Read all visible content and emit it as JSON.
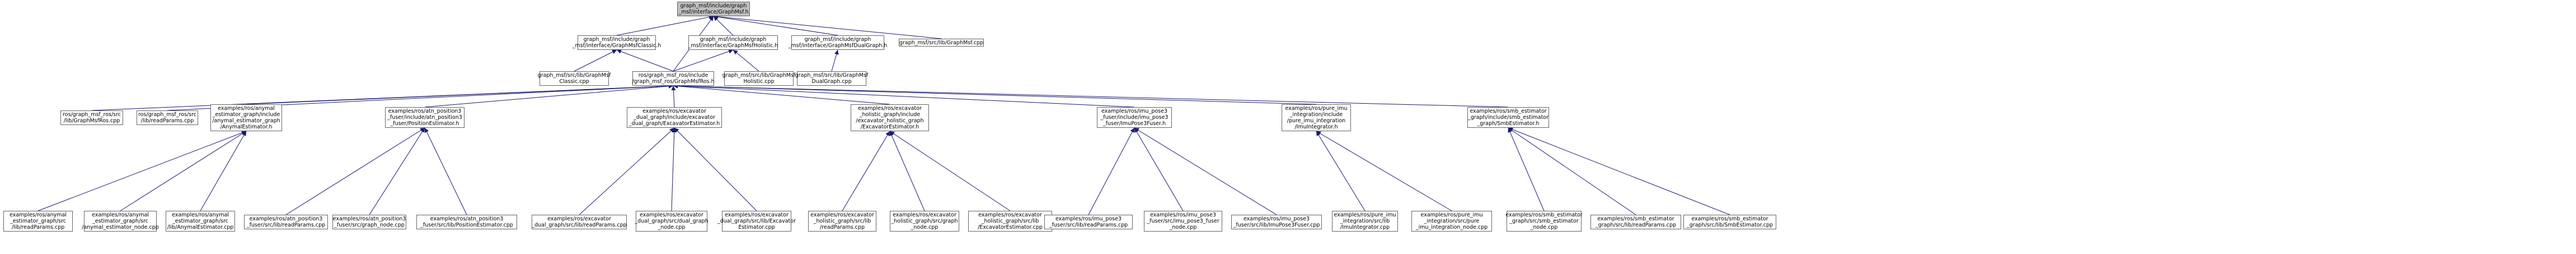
{
  "graph": {
    "edge_color": "#191970",
    "root_fill": "#bfbfbf",
    "node_border": "#666666",
    "nodes": [
      {
        "id": "root",
        "lines": [
          "graph_msf/include/graph",
          "_msf/interface/GraphMsf.h"
        ],
        "root": true
      },
      {
        "id": "classic_h",
        "lines": [
          "graph_msf/include/graph",
          "_msf/interface/GraphMsfClassic.h"
        ]
      },
      {
        "id": "holistic_h",
        "lines": [
          "graph_msf/include/graph",
          "_msf/interface/GraphMsfHolistic.h"
        ]
      },
      {
        "id": "dualgraph_h",
        "lines": [
          "graph_msf/include/graph",
          "_msf/interface/GraphMsfDualGraph.h"
        ]
      },
      {
        "id": "graphmsf_cpp",
        "lines": [
          "graph_msf/src/lib/GraphMsf.cpp"
        ]
      },
      {
        "id": "classic_cpp",
        "lines": [
          "graph_msf/src/lib/GraphMsf",
          "Classic.cpp"
        ]
      },
      {
        "id": "ros_h",
        "lines": [
          "ros/graph_msf_ros/include",
          "/graph_msf_ros/GraphMsfRos.h"
        ]
      },
      {
        "id": "holistic_cpp",
        "lines": [
          "graph_msf/src/lib/GraphMsf",
          "Holistic.cpp"
        ]
      },
      {
        "id": "dualgraph_cpp",
        "lines": [
          "graph_msf/src/lib/GraphMsf",
          "DualGraph.cpp"
        ]
      },
      {
        "id": "ros_cpp",
        "lines": [
          "ros/graph_msf_ros/src",
          "/lib/GraphMsfRos.cpp"
        ]
      },
      {
        "id": "ros_readparams",
        "lines": [
          "ros/graph_msf_ros/src",
          "/lib/readParams.cpp"
        ]
      },
      {
        "id": "anymal_h",
        "lines": [
          "examples/ros/anymal",
          "_estimator_graph/include",
          "/anymal_estimator_graph",
          "/AnymalEstimator.h"
        ]
      },
      {
        "id": "atn_h",
        "lines": [
          "examples/ros/atn_position3",
          "_fuser/include/atn_position3",
          "_fuser/PositionEstimator.h"
        ]
      },
      {
        "id": "exc_dual_h",
        "lines": [
          "examples/ros/excavator",
          "_dual_graph/include/excavator",
          "_dual_graph/ExcavatorEstimator.h"
        ]
      },
      {
        "id": "exc_hol_h",
        "lines": [
          "examples/ros/excavator",
          "_holistic_graph/include",
          "/excavator_holistic_graph",
          "/ExcavatorEstimator.h"
        ]
      },
      {
        "id": "imu_h",
        "lines": [
          "examples/ros/imu_pose3",
          "_fuser/include/imu_pose3",
          "_fuser/ImuPose3Fuser.h"
        ]
      },
      {
        "id": "pure_h",
        "lines": [
          "examples/ros/pure_imu",
          "_integration/include",
          "/pure_imu_integration",
          "/ImuIntegrator.h"
        ]
      },
      {
        "id": "smb_h",
        "lines": [
          "examples/ros/smb_estimator",
          "_graph/include/smb_estimator",
          "_graph/SmbEstimator.h"
        ]
      },
      {
        "id": "any1",
        "lines": [
          "examples/ros/anymal",
          "_estimator_graph/src",
          "/lib/readParams.cpp"
        ]
      },
      {
        "id": "any2",
        "lines": [
          "examples/ros/anymal",
          "_estimator_graph/src",
          "/anymal_estimator_node.cpp"
        ]
      },
      {
        "id": "any3",
        "lines": [
          "examples/ros/anymal",
          "_estimator_graph/src",
          "/lib/AnymalEstimator.cpp"
        ]
      },
      {
        "id": "atn1",
        "lines": [
          "examples/ros/atn_position3",
          "_fuser/src/lib/readParams.cpp"
        ]
      },
      {
        "id": "atn2",
        "lines": [
          "examples/ros/atn_position3",
          "_fuser/src/graph_node.cpp"
        ]
      },
      {
        "id": "atn3",
        "lines": [
          "examples/ros/atn_position3",
          "_fuser/src/lib/PositionEstimator.cpp"
        ]
      },
      {
        "id": "exd1",
        "lines": [
          "examples/ros/excavator",
          "_dual_graph/src/lib/readParams.cpp"
        ]
      },
      {
        "id": "exd2",
        "lines": [
          "examples/ros/excavator",
          "_dual_graph/src/dual_graph",
          "_node.cpp"
        ]
      },
      {
        "id": "exd3",
        "lines": [
          "examples/ros/excavator",
          "_dual_graph/src/lib/Excavator",
          "Estimator.cpp"
        ]
      },
      {
        "id": "exh1",
        "lines": [
          "examples/ros/excavator",
          "_holistic_graph/src/lib",
          "/readParams.cpp"
        ]
      },
      {
        "id": "exh2",
        "lines": [
          "examples/ros/excavator",
          "_holistic_graph/src/graph",
          "_node.cpp"
        ]
      },
      {
        "id": "exh3",
        "lines": [
          "examples/ros/excavator",
          "_holistic_graph/src/lib",
          "/ExcavatorEstimator.cpp"
        ]
      },
      {
        "id": "imu1",
        "lines": [
          "examples/ros/imu_pose3",
          "_fuser/src/lib/readParams.cpp"
        ]
      },
      {
        "id": "imu2",
        "lines": [
          "examples/ros/imu_pose3",
          "_fuser/src/imu_pose3_fuser",
          "_node.cpp"
        ]
      },
      {
        "id": "imu3",
        "lines": [
          "examples/ros/imu_pose3",
          "_fuser/src/lib/ImuPose3Fuser.cpp"
        ]
      },
      {
        "id": "pure1",
        "lines": [
          "examples/ros/pure_imu",
          "_integration/src/lib",
          "/ImuIntegrator.cpp"
        ]
      },
      {
        "id": "pure2",
        "lines": [
          "examples/ros/pure_imu",
          "_integration/src/pure",
          "_imu_integration_node.cpp"
        ]
      },
      {
        "id": "smb1",
        "lines": [
          "examples/ros/smb_estimator",
          "_graph/src/smb_estimator",
          "_node.cpp"
        ]
      },
      {
        "id": "smb2",
        "lines": [
          "examples/ros/smb_estimator",
          "_graph/src/lib/readParams.cpp"
        ]
      },
      {
        "id": "smb3",
        "lines": [
          "examples/ros/smb_estimator",
          "_graph/src/lib/SmbEstimator.cpp"
        ]
      }
    ],
    "edges": [
      [
        "root",
        "classic_h"
      ],
      [
        "root",
        "holistic_h"
      ],
      [
        "root",
        "dualgraph_h"
      ],
      [
        "root",
        "graphmsf_cpp"
      ],
      [
        "root",
        "ros_h"
      ],
      [
        "classic_h",
        "classic_cpp"
      ],
      [
        "classic_h",
        "ros_h"
      ],
      [
        "holistic_h",
        "ros_h"
      ],
      [
        "holistic_h",
        "holistic_cpp"
      ],
      [
        "dualgraph_h",
        "dualgraph_cpp"
      ],
      [
        "ros_h",
        "ros_cpp"
      ],
      [
        "ros_h",
        "ros_readparams"
      ],
      [
        "ros_h",
        "anymal_h"
      ],
      [
        "ros_h",
        "atn_h"
      ],
      [
        "ros_h",
        "exc_dual_h"
      ],
      [
        "ros_h",
        "exc_hol_h"
      ],
      [
        "ros_h",
        "imu_h"
      ],
      [
        "ros_h",
        "pure_h"
      ],
      [
        "ros_h",
        "smb_h"
      ],
      [
        "anymal_h",
        "any1"
      ],
      [
        "anymal_h",
        "any2"
      ],
      [
        "anymal_h",
        "any3"
      ],
      [
        "atn_h",
        "atn1"
      ],
      [
        "atn_h",
        "atn2"
      ],
      [
        "atn_h",
        "atn3"
      ],
      [
        "exc_dual_h",
        "exd1"
      ],
      [
        "exc_dual_h",
        "exd2"
      ],
      [
        "exc_dual_h",
        "exd3"
      ],
      [
        "exc_hol_h",
        "exh1"
      ],
      [
        "exc_hol_h",
        "exh2"
      ],
      [
        "exc_hol_h",
        "exh3"
      ],
      [
        "imu_h",
        "imu1"
      ],
      [
        "imu_h",
        "imu2"
      ],
      [
        "imu_h",
        "imu3"
      ],
      [
        "pure_h",
        "pure1"
      ],
      [
        "pure_h",
        "pure2"
      ],
      [
        "smb_h",
        "smb1"
      ],
      [
        "smb_h",
        "smb2"
      ],
      [
        "smb_h",
        "smb3"
      ]
    ]
  }
}
